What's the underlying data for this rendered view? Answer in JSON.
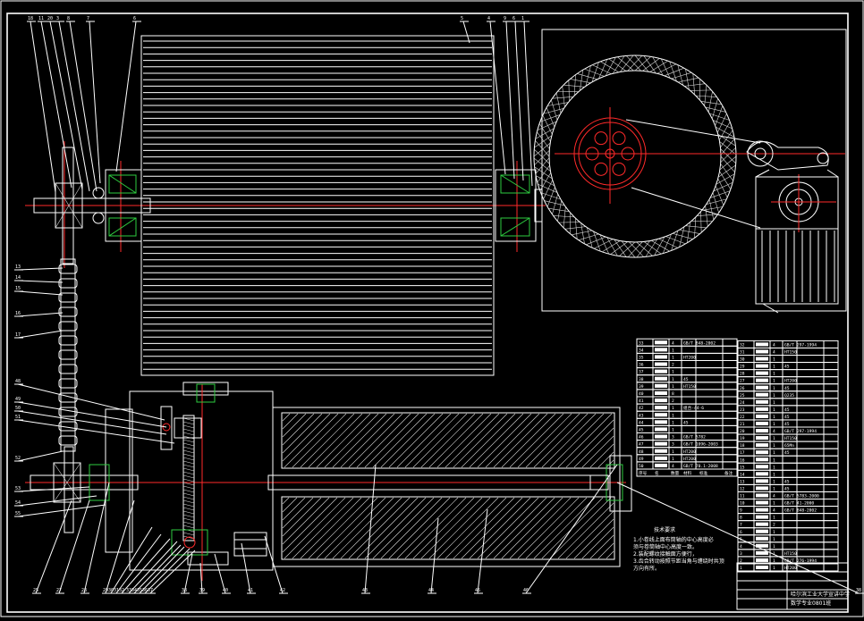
{
  "title_block": {
    "school": "哈尔滨工业大学宣讲中学",
    "class_info": "数学专业0801班"
  },
  "tech_requirements": {
    "title": "技术要求",
    "lines": [
      "1.小卷线上面布筒轴的中心高度必",
      "须与卷筒轴中心高度一致。",
      "2.装配螺纹接触面方便行，",
      "3.齿合转动按照节距当角与缠绕时共顶",
      "方向有所。"
    ]
  },
  "parts_table_left": {
    "header": [
      "序号",
      "名",
      "数量",
      "材料",
      "标准",
      "备注"
    ],
    "rows": [
      {
        "no": "33",
        "qty": "4",
        "std": "GB/T 848-2002"
      },
      {
        "no": "34",
        "qty": "1",
        "std": ""
      },
      {
        "no": "35",
        "qty": "1",
        "std": "HT200"
      },
      {
        "no": "36",
        "qty": "2",
        "std": ""
      },
      {
        "no": "37",
        "qty": "1",
        "std": ""
      },
      {
        "no": "38",
        "qty": "1",
        "std": "45"
      },
      {
        "no": "39",
        "qty": "1",
        "std": "HT150"
      },
      {
        "no": "40",
        "qty": "8",
        "std": ""
      },
      {
        "no": "41",
        "qty": "2",
        "std": ""
      },
      {
        "no": "42",
        "qty": "1",
        "std": "组合-44-6"
      },
      {
        "no": "43",
        "qty": "1",
        "std": ""
      },
      {
        "no": "44",
        "qty": "1",
        "std": "45"
      },
      {
        "no": "45",
        "qty": "1",
        "std": ""
      },
      {
        "no": "46",
        "qty": "3",
        "std": "GB/T 5782"
      },
      {
        "no": "47",
        "qty": "3",
        "std": "GB/T 1096-2003"
      },
      {
        "no": "48",
        "qty": "1",
        "std": "HT200"
      },
      {
        "no": "49",
        "qty": "1",
        "std": "HT200"
      },
      {
        "no": "50",
        "qty": "4",
        "std": "GB/T 70.1-2008"
      }
    ]
  },
  "parts_table_right": {
    "rows": [
      {
        "no": "32",
        "qty": "4",
        "std": "GB/T 297-1994"
      },
      {
        "no": "31",
        "qty": "4",
        "std": "HT150"
      },
      {
        "no": "30",
        "qty": "1",
        "std": ""
      },
      {
        "no": "29",
        "qty": "1",
        "std": "45"
      },
      {
        "no": "28",
        "qty": "1",
        "std": ""
      },
      {
        "no": "27",
        "qty": "1",
        "std": "HT200"
      },
      {
        "no": "26",
        "qty": "1",
        "std": "45"
      },
      {
        "no": "25",
        "qty": "1",
        "std": "Q235"
      },
      {
        "no": "24",
        "qty": "1",
        "std": ""
      },
      {
        "no": "23",
        "qty": "1",
        "std": "45"
      },
      {
        "no": "22",
        "qty": "1",
        "std": "45"
      },
      {
        "no": "21",
        "qty": "1",
        "std": "45"
      },
      {
        "no": "20",
        "qty": "4",
        "std": "GB/T 297-1994"
      },
      {
        "no": "19",
        "qty": "1",
        "std": "HT150"
      },
      {
        "no": "18",
        "qty": "1",
        "std": "65Mn"
      },
      {
        "no": "17",
        "qty": "1",
        "std": "45"
      },
      {
        "no": "16",
        "qty": "1",
        "std": ""
      },
      {
        "no": "15",
        "qty": "1",
        "std": ""
      },
      {
        "no": "14",
        "qty": "1",
        "std": ""
      },
      {
        "no": "13",
        "qty": "1",
        "std": "45"
      },
      {
        "no": "12",
        "qty": "1",
        "std": "45"
      },
      {
        "no": "11",
        "qty": "4",
        "std": "GB/T 5783-2000"
      },
      {
        "no": "10",
        "qty": "1",
        "std": "GB/T 41-2000"
      },
      {
        "no": "9",
        "qty": "4",
        "std": "GB/T 848-2002"
      },
      {
        "no": "8",
        "qty": "1",
        "std": ""
      },
      {
        "no": "7",
        "qty": "2",
        "std": ""
      },
      {
        "no": "6",
        "qty": "1",
        "std": ""
      },
      {
        "no": "5",
        "qty": "1",
        "std": ""
      },
      {
        "no": "4",
        "qty": "1",
        "std": ""
      },
      {
        "no": "3",
        "qty": "1",
        "std": "HT150"
      },
      {
        "no": "2",
        "qty": "1",
        "std": "GB/T 276-1994"
      },
      {
        "no": "1",
        "qty": "1",
        "std": "HT200"
      }
    ]
  },
  "balloons_top": [
    "18",
    "11",
    "20",
    "3",
    "8",
    "7",
    "6",
    "5",
    "4",
    "9",
    "6",
    "1"
  ],
  "balloons_left": [
    "13",
    "14",
    "15",
    "16",
    "17",
    "48",
    "49",
    "50",
    "51",
    "52",
    "53",
    "54",
    "55"
  ],
  "balloons_bottom": [
    "25",
    "27",
    "28",
    "29",
    "30",
    "31",
    "32",
    "33",
    "34",
    "35",
    "36",
    "37",
    "38",
    "39",
    "40",
    "41",
    "42",
    "43",
    "44",
    "45",
    "46"
  ],
  "balloons_right": [
    "38"
  ]
}
